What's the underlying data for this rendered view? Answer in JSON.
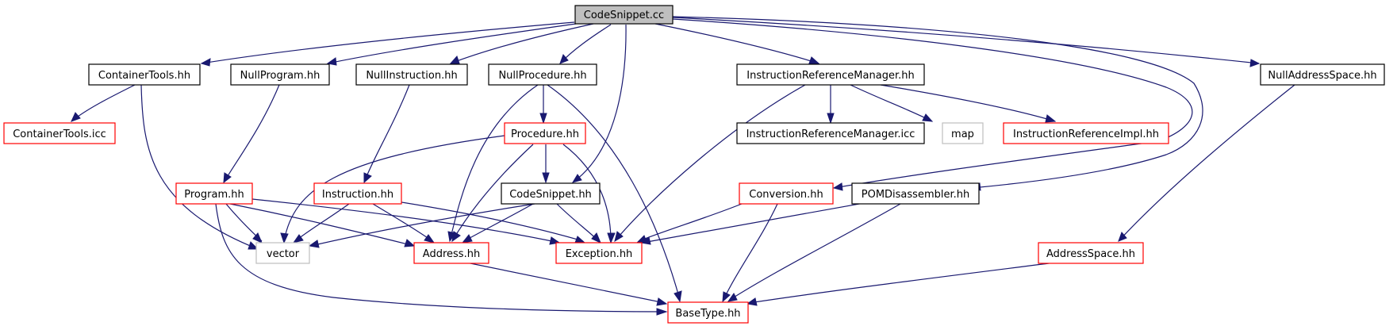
{
  "colors": {
    "edge": "#191970",
    "root_fill": "#bfbfbf",
    "border_black": "#000000",
    "border_red": "#ff0000",
    "border_gray": "#bfbfbf"
  },
  "nodes": {
    "codesnippet_cc": {
      "label": "CodeSnippet.cc",
      "style": "root"
    },
    "containertools_hh": {
      "label": "ContainerTools.hh",
      "style": "black"
    },
    "nullprogram_hh": {
      "label": "NullProgram.hh",
      "style": "black"
    },
    "nullinstruction_hh": {
      "label": "NullInstruction.hh",
      "style": "black"
    },
    "nullprocedure_hh": {
      "label": "NullProcedure.hh",
      "style": "black"
    },
    "instrrefmgr_hh": {
      "label": "InstructionReferenceManager.hh",
      "style": "black"
    },
    "nulladdressspace_hh": {
      "label": "NullAddressSpace.hh",
      "style": "black"
    },
    "containertools_icc": {
      "label": "ContainerTools.icc",
      "style": "red"
    },
    "procedure_hh": {
      "label": "Procedure.hh",
      "style": "red"
    },
    "instrrefmgr_icc": {
      "label": "InstructionReferenceManager.icc",
      "style": "black"
    },
    "map": {
      "label": "map",
      "style": "gray"
    },
    "instrrefimpl_hh": {
      "label": "InstructionReferenceImpl.hh",
      "style": "red"
    },
    "program_hh": {
      "label": "Program.hh",
      "style": "red"
    },
    "instruction_hh": {
      "label": "Instruction.hh",
      "style": "red"
    },
    "codesnippet_hh": {
      "label": "CodeSnippet.hh",
      "style": "black"
    },
    "conversion_hh": {
      "label": "Conversion.hh",
      "style": "red"
    },
    "pomdisassembler_hh": {
      "label": "POMDisassembler.hh",
      "style": "black"
    },
    "vector": {
      "label": "vector",
      "style": "gray"
    },
    "address_hh": {
      "label": "Address.hh",
      "style": "red"
    },
    "exception_hh": {
      "label": "Exception.hh",
      "style": "red"
    },
    "addressspace_hh": {
      "label": "AddressSpace.hh",
      "style": "red"
    },
    "basetype_hh": {
      "label": "BaseType.hh",
      "style": "red"
    }
  }
}
